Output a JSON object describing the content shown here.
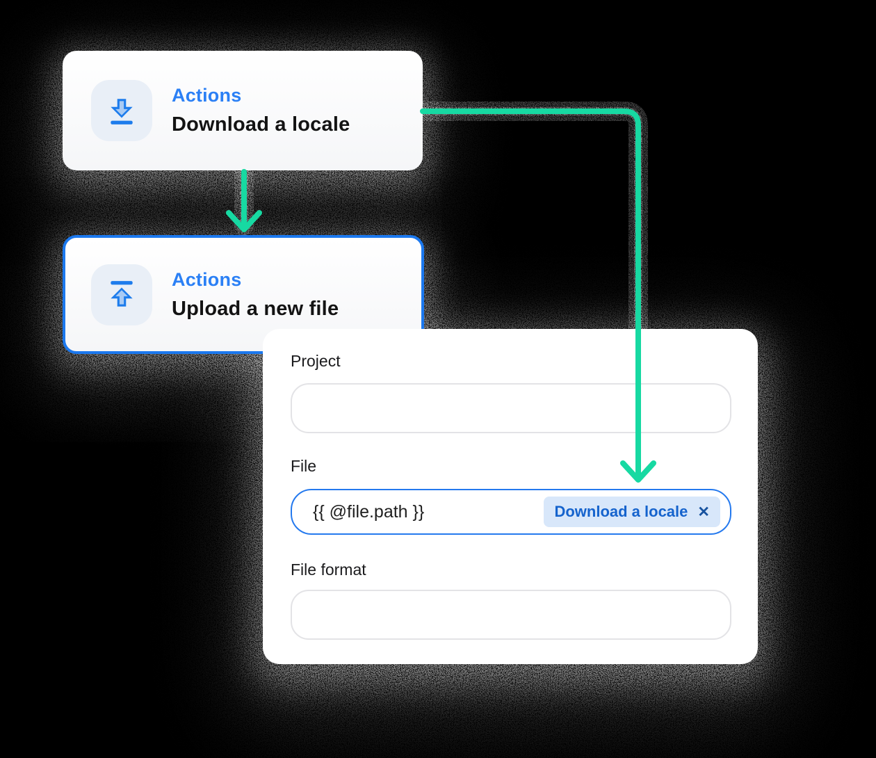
{
  "cards": {
    "download": {
      "category": "Actions",
      "title": "Download a locale"
    },
    "upload": {
      "category": "Actions",
      "title": "Upload a new file"
    }
  },
  "form": {
    "project": {
      "label": "Project",
      "value": ""
    },
    "file": {
      "label": "File",
      "value": "{{ @file.path }}",
      "chip": {
        "label": "Download a locale",
        "close_glyph": "✕"
      }
    },
    "file_format": {
      "label": "File format",
      "value": ""
    }
  },
  "icons": {
    "download": "download-arrow-icon",
    "upload": "upload-arrow-icon",
    "chip_close": "close-icon"
  },
  "colors": {
    "background": "#000000",
    "connector_teal": "#17D9A2",
    "selected_card_border": "#1B78EE",
    "category_blue": "#2B80F5",
    "file_input_border": "#2479EE",
    "chip_bg": "#D8E7FA",
    "chip_text": "#1563CD",
    "icon_tile_bg": "#E9EFF7"
  }
}
